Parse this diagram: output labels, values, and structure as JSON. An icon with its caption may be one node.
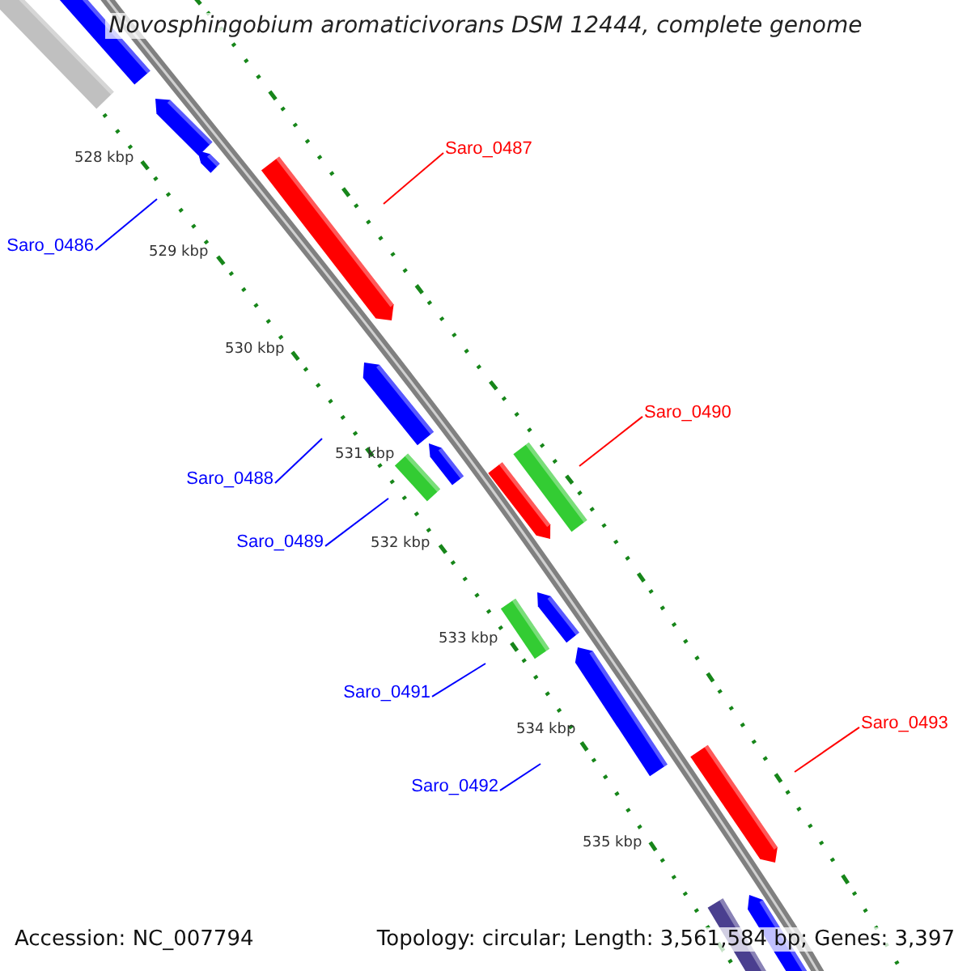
{
  "diagram": {
    "title": "Novosphingobium aromaticivorans DSM 12444, complete genome",
    "nodes": [
      {
        "text": [
          "Saro_0487"
        ]
      },
      {
        "text": [
          "Saro_0486"
        ]
      },
      {
        "text": [
          "Saro_0490"
        ]
      },
      {
        "text": [
          "Saro_0488"
        ]
      },
      {
        "text": [
          "Saro_0489"
        ]
      },
      {
        "text": [
          "Saro_0491"
        ]
      },
      {
        "text": [
          "Saro_0493"
        ]
      },
      {
        "text": [
          "Saro_0492"
        ]
      }
    ],
    "edges": [
      {
        "from": 0,
        "to": null,
        "arrow": "none",
        "color": "#ff0000"
      },
      {
        "from": 1,
        "to": null,
        "arrow": "none"
      },
      {
        "from": 2,
        "to": null,
        "arrow": "none",
        "color": "#ff0000"
      },
      {
        "from": 3,
        "to": null,
        "arrow": "none"
      },
      {
        "from": 4,
        "to": null,
        "arrow": "none"
      },
      {
        "from": 5,
        "to": null,
        "arrow": "none"
      },
      {
        "from": 6,
        "to": null,
        "arrow": "none",
        "color": "#ff0000"
      },
      {
        "from": 7,
        "to": null,
        "arrow": "none"
      }
    ],
    "labels": [
      "528 kbp",
      "529 kbp",
      "530 kbp",
      "531 kbp",
      "532 kbp",
      "533 kbp",
      "534 kbp",
      "535 kbp",
      "Accession: NC_007794",
      "Topology: circular; Length: 3,561,584 bp; Genes: 3,397"
    ]
  }
}
